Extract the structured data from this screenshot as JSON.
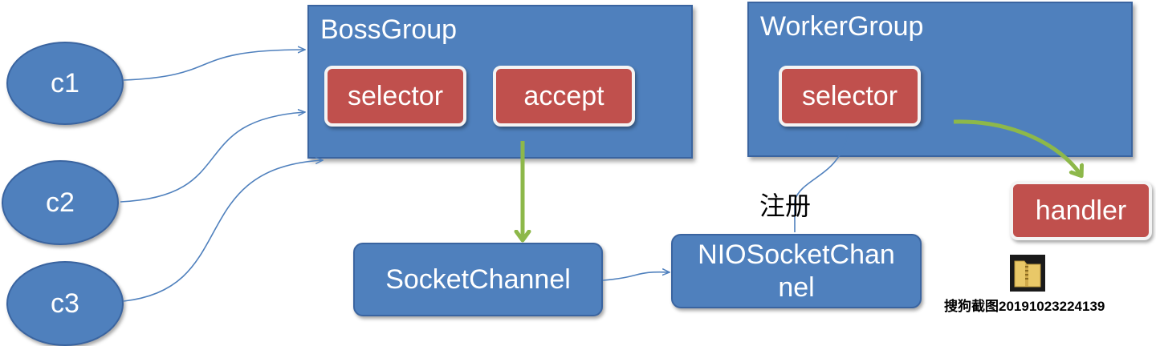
{
  "clients": [
    {
      "label": "c1"
    },
    {
      "label": "c2"
    },
    {
      "label": "c3"
    }
  ],
  "boss_group": {
    "title": "BossGroup",
    "selector_label": "selector",
    "accept_label": "accept"
  },
  "worker_group": {
    "title": "WorkerGroup",
    "selector_label": "selector"
  },
  "socket_channel_label": "SocketChannel",
  "nio_socket_channel_label": "NIOSocketChan nel",
  "register_label": "注册",
  "handler_label": "handler",
  "file_icon": {
    "icon": "zip-folder-icon",
    "caption": "搜狗截图20191023224139"
  },
  "colors": {
    "box_fill": "#4f80bd",
    "chip_fill": "#c0504d",
    "green_arrow": "#8db84a",
    "blue_line": "#4f80bd"
  }
}
